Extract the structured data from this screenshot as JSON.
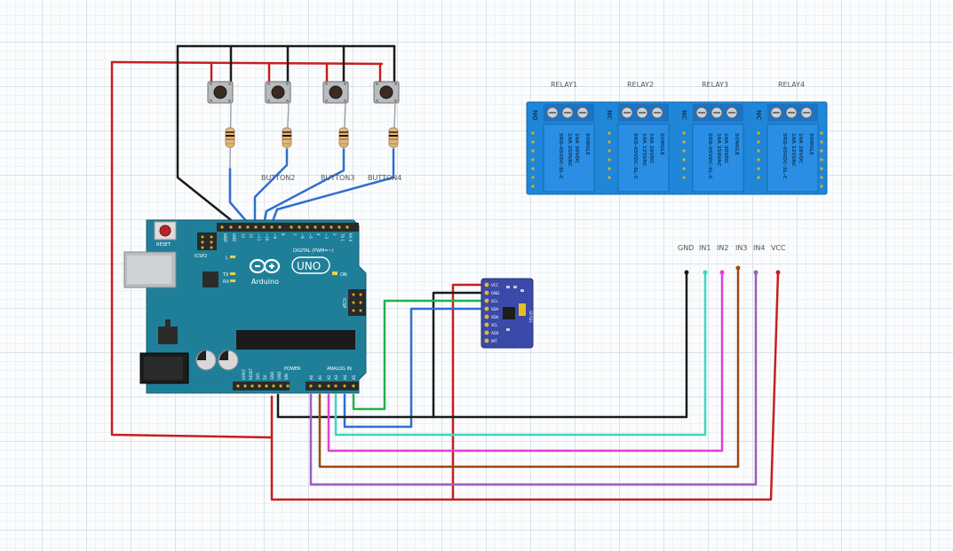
{
  "labels": {
    "button2": "BUTTON2",
    "button3": "BUTTON3",
    "button4": "BUTTON4",
    "relay1": "RELAY1",
    "relay2": "RELAY2",
    "relay3": "RELAY3",
    "relay4": "RELAY4",
    "gnd": "GND",
    "in1": "IN1",
    "in2": "IN2",
    "in3": "IN3",
    "in4": "IN4",
    "vcc": "VCC"
  },
  "arduino": {
    "reset": "RESET",
    "icsp2": "ICSP2",
    "icsp": "ICSP",
    "brand": "Arduino",
    "model": "UNO",
    "digital": "DIGITAL (PWM=~)",
    "on": "ON",
    "l": "L",
    "tx": "TX",
    "rx": "RX",
    "power": "POWER",
    "analog": "ANALOG IN",
    "aref": "AREF",
    "gnd_top": "GND",
    "pin13": "13",
    "pin12": "12",
    "pin11": "~11",
    "pin10": "~10",
    "pin9": "~9",
    "pin8": "8",
    "pin7": "7",
    "pin6": "~6",
    "pin5": "~5",
    "pin4": "4",
    "pin3": "~3",
    "pin2": "2",
    "pin1": "TX 1",
    "pin0": "RX 0",
    "ioref": "IOREF",
    "reset_pin": "RESET",
    "v33": "3V3",
    "v5": "5V",
    "gnd1": "GND",
    "gnd2": "GND",
    "vin": "VIN",
    "a0": "A0",
    "a1": "A1",
    "a2": "A2",
    "a3": "A3",
    "a4": "A4",
    "a5": "A5"
  },
  "sensor": {
    "pins": [
      "VCC",
      "GND",
      "SCL",
      "SDA",
      "XDA",
      "XCL",
      "AD0",
      "INT"
    ],
    "chip": "GY-521"
  },
  "relay": {
    "no": "NO",
    "nc": "NC",
    "brand": "SONGLE",
    "model": "SRD-05VDC-SL-C",
    "rating1": "10A 250VAC",
    "rating2": "10A 125VAC",
    "rating3": "10A 30VDC",
    "rating4": "10A 28VDC"
  },
  "colors": {
    "wire_red": "#c81e1e",
    "wire_black": "#1a1a1a",
    "wire_blue": "#2d6fd0",
    "wire_green": "#22b24c",
    "wire_cyan": "#3fd6c0",
    "wire_magenta": "#e040d0",
    "wire_brown": "#9a4a12",
    "wire_purple": "#a05cc0",
    "board": "#1f7f99",
    "relay_blue": "#1e7ed8"
  }
}
